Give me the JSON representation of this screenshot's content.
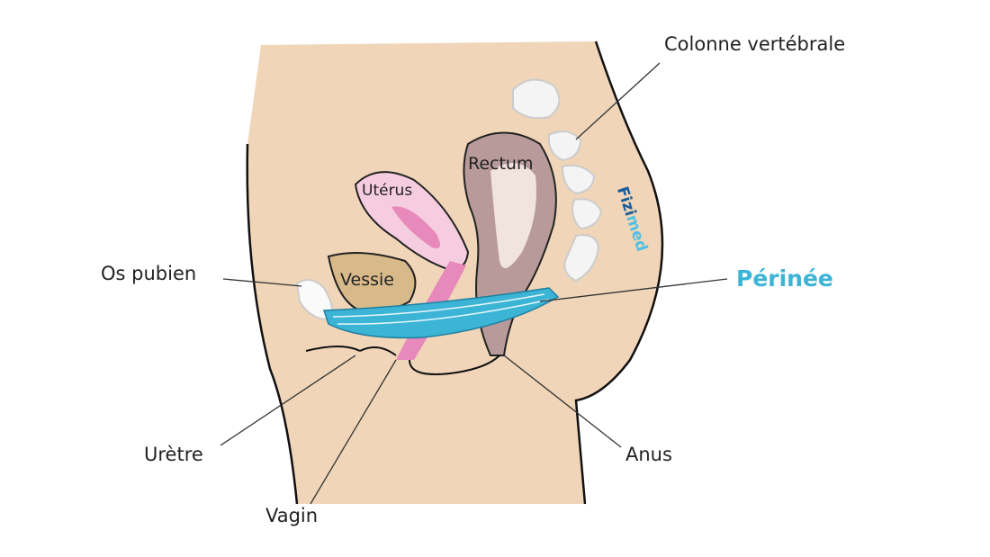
{
  "labels": {
    "spine": "Colonne vertébrale",
    "rectum": "Rectum",
    "uterus": "Utérus",
    "bladder": "Vessie",
    "pubic_bone": "Os pubien",
    "perineum": "Périnée",
    "urethra": "Urètre",
    "vagina": "Vagin",
    "anus": "Anus"
  },
  "logo": {
    "part1": "Fizi",
    "part2": "med"
  },
  "colors": {
    "skin": "#f0d5b8",
    "perineum": "#3cb4d6",
    "rectum": "#b89a9a",
    "uterus": "#f6cde0",
    "bladder": "#d8b98a",
    "vagina": "#e889bb"
  }
}
